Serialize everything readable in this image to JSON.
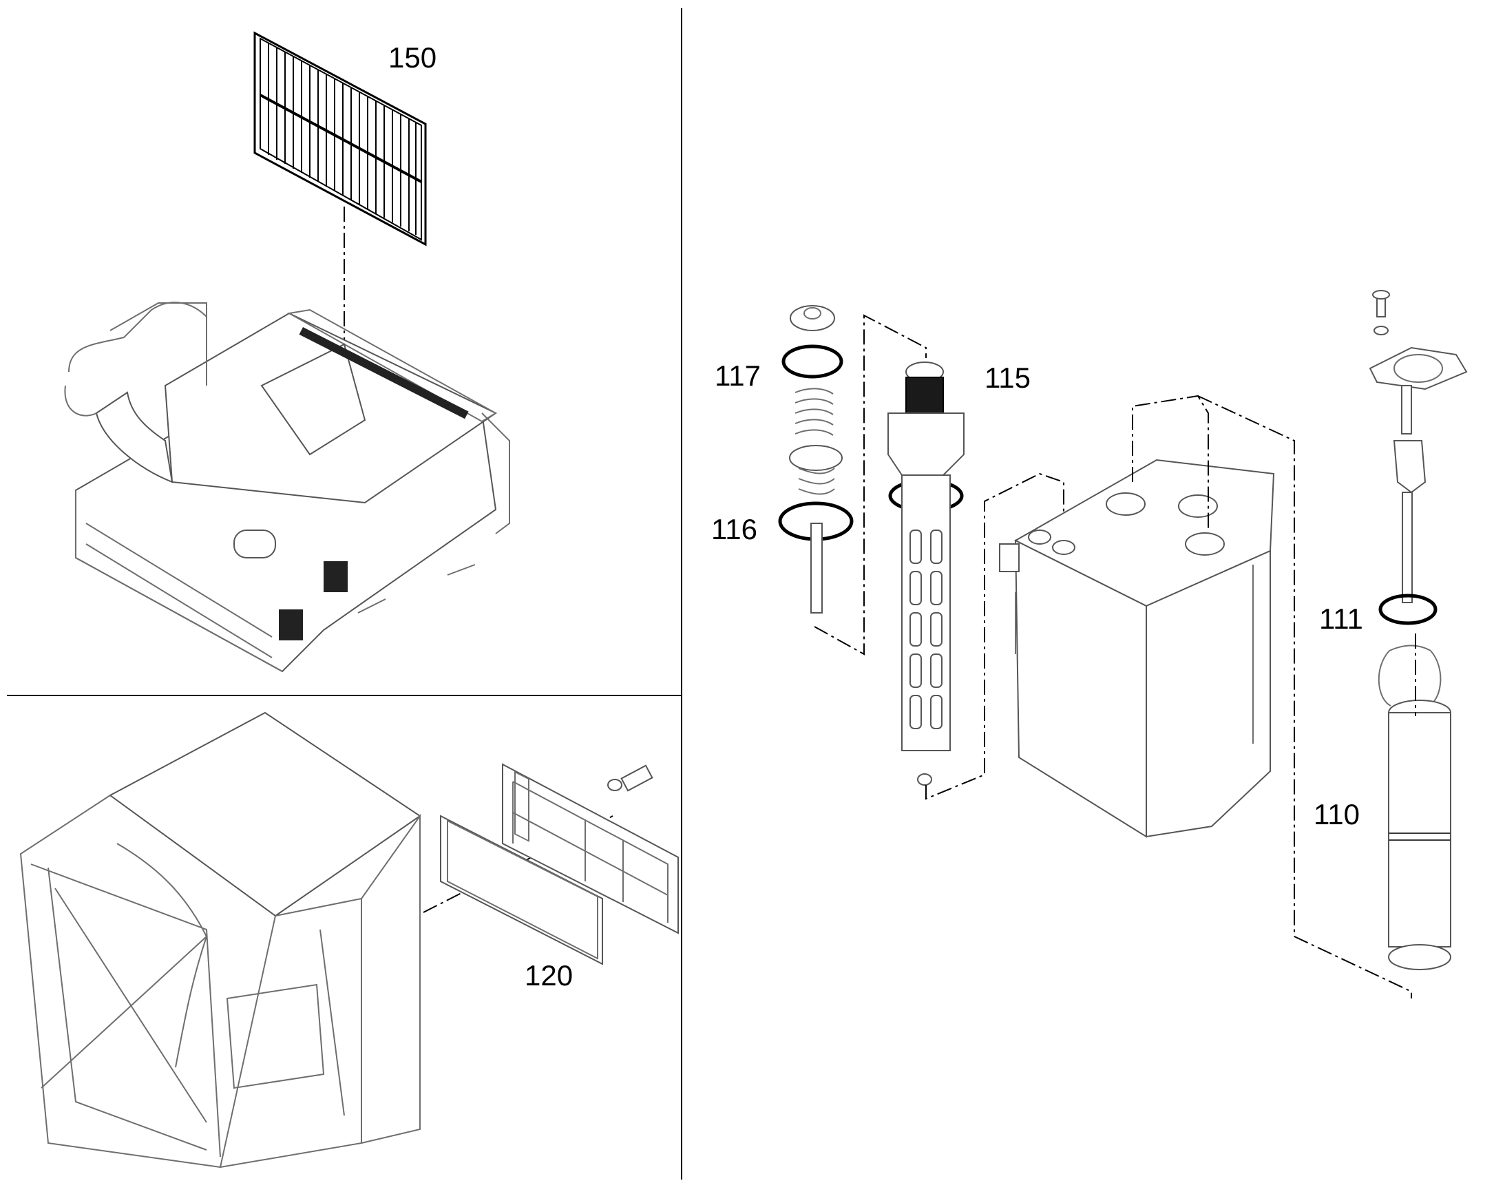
{
  "callouts": {
    "c150": "150",
    "c120": "120",
    "c117": "117",
    "c115": "115",
    "c116": "116",
    "c111": "111",
    "c110": "110"
  },
  "colors": {
    "line": "#6e6e6e",
    "dark": "#1a1a1a",
    "background": "#ffffff"
  }
}
